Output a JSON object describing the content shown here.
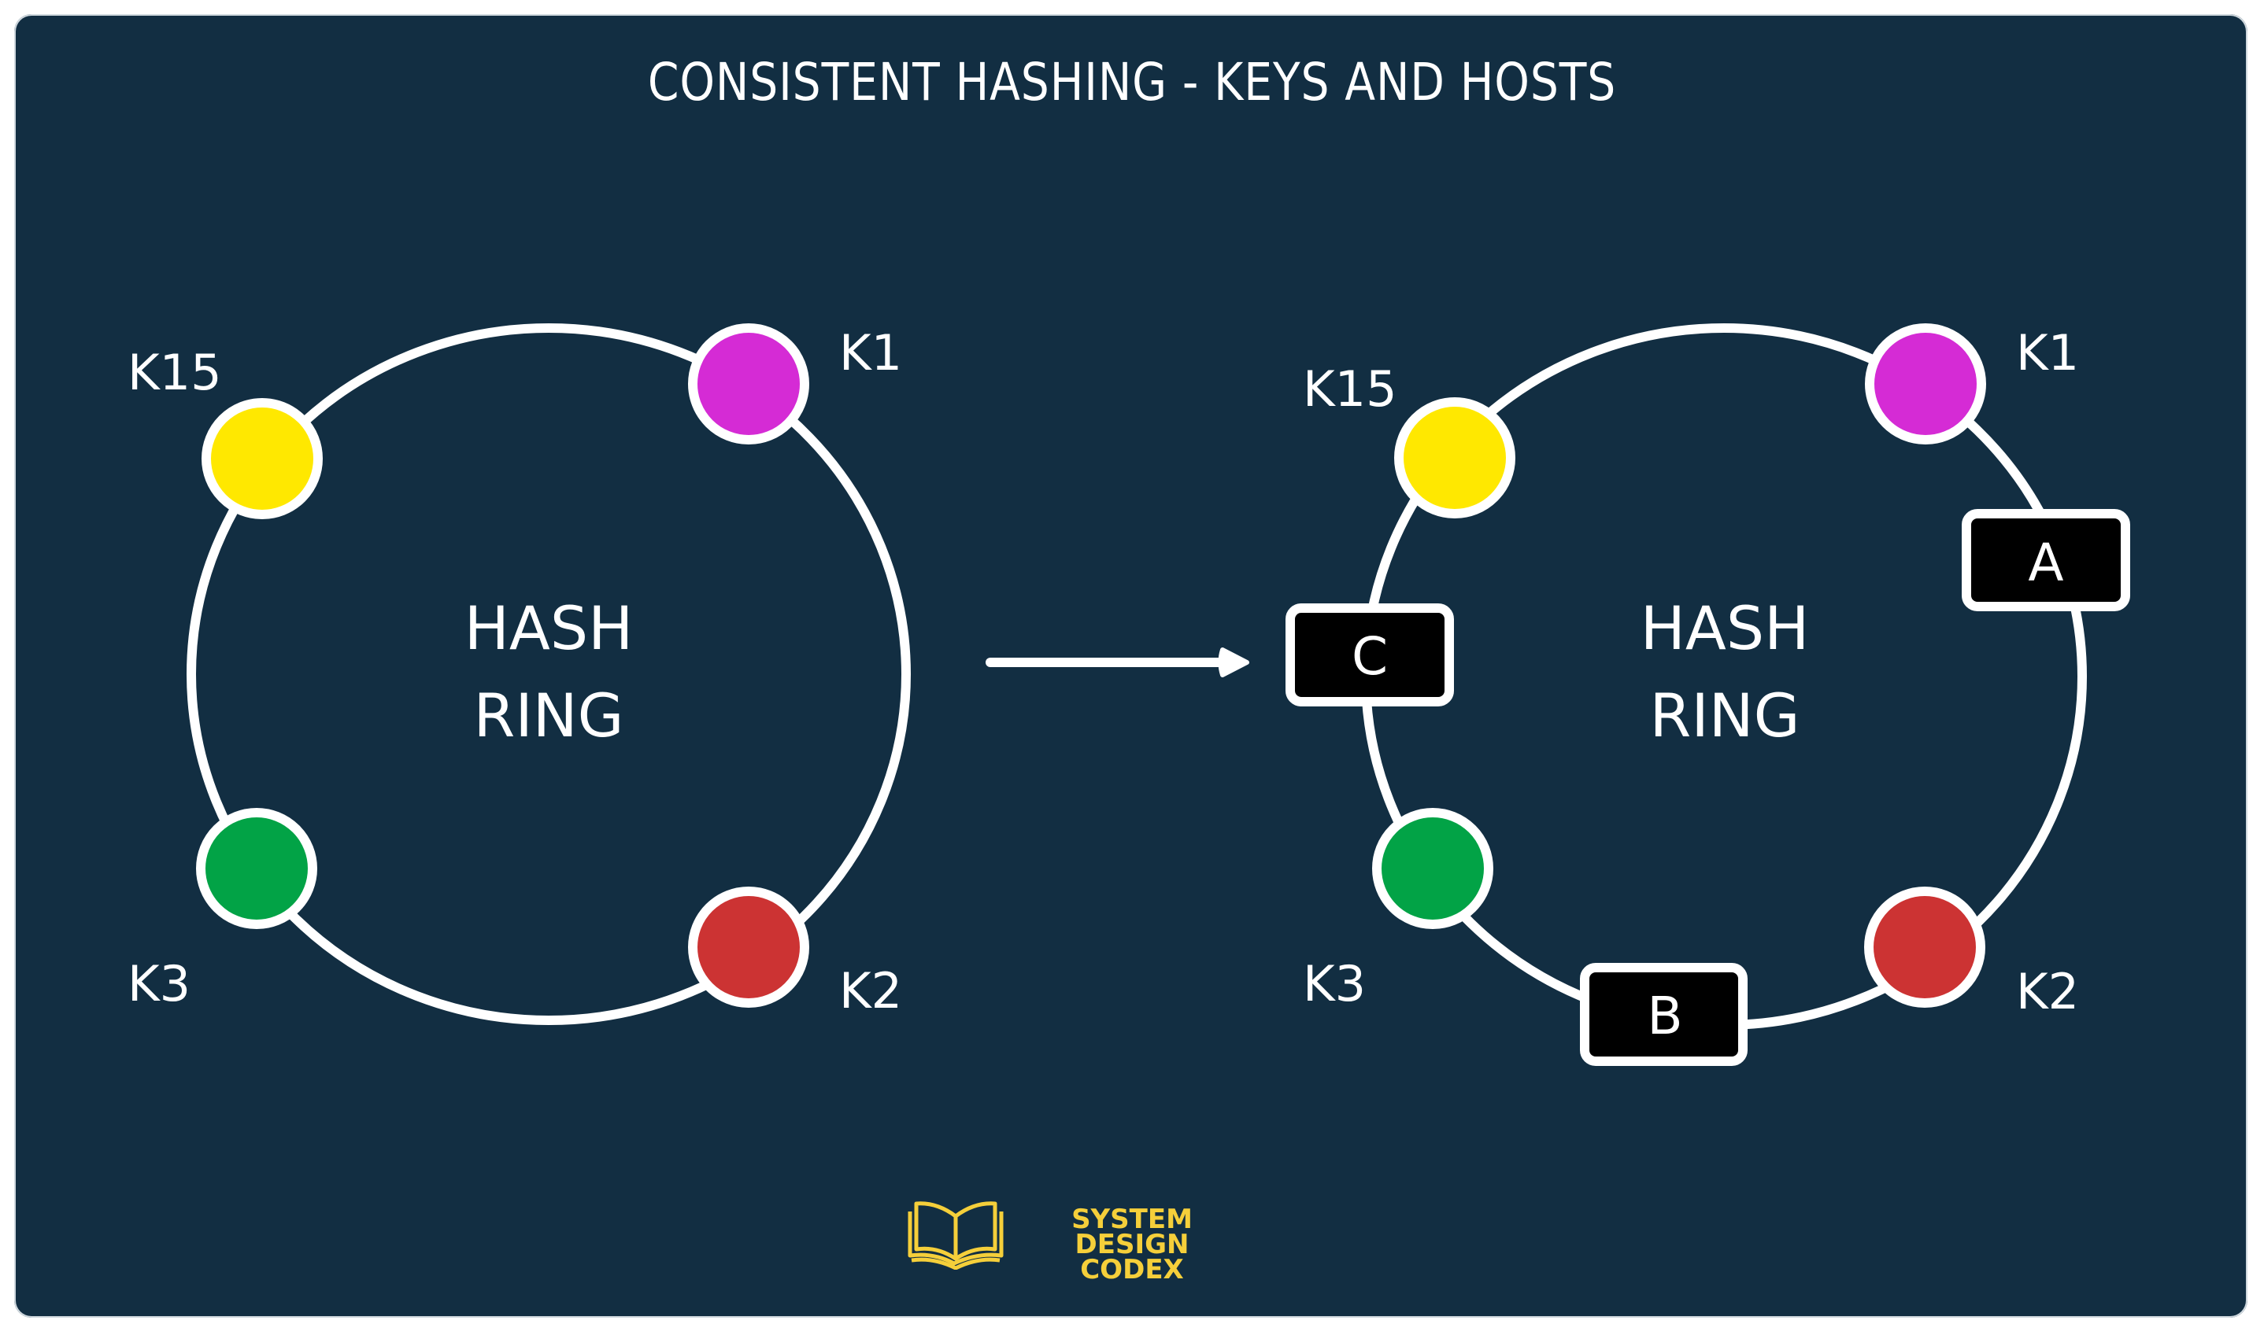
{
  "title": "CONSISTENT HASHING - KEYS AND HOSTS",
  "colors": {
    "background": "#122E42",
    "ring": "#FFFFFF",
    "k1": "#D52BD5",
    "k2": "#CC3333",
    "k3": "#02A346",
    "k15": "#FFE800",
    "host_fill": "#000000",
    "logo": "#F5CF3A"
  },
  "left_diagram": {
    "center_label": [
      "HASH",
      "RING"
    ],
    "keys": [
      {
        "label": "K15",
        "color": "#FFE800"
      },
      {
        "label": "K1",
        "color": "#D52BD5"
      },
      {
        "label": "K3",
        "color": "#02A346"
      },
      {
        "label": "K2",
        "color": "#CC3333"
      }
    ]
  },
  "arrow": {
    "direction": "right"
  },
  "right_diagram": {
    "center_label": [
      "HASH",
      "RING"
    ],
    "keys": [
      {
        "label": "K15",
        "color": "#FFE800"
      },
      {
        "label": "K1",
        "color": "#D52BD5"
      },
      {
        "label": "K3",
        "color": "#02A346"
      },
      {
        "label": "K2",
        "color": "#CC3333"
      }
    ],
    "hosts": [
      {
        "label": "A"
      },
      {
        "label": "B"
      },
      {
        "label": "C"
      }
    ]
  },
  "logo": {
    "icon": "open-book-icon",
    "line1": "SYSTEM DESIGN",
    "line2": "CODEX"
  }
}
